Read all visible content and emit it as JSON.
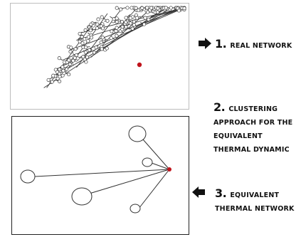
{
  "steps": [
    {
      "number": "1.",
      "text": "REAL NETWORK"
    },
    {
      "number": "2.",
      "text": "CLUSTERING APPROACH FOR THE EQUIVALENT THERMAL DYNAMIC"
    },
    {
      "number": "3.",
      "text": "EQUIVALENT THERMAL NETWORK"
    }
  ],
  "colors": {
    "line": "#333333",
    "node_fill": "#ffffff",
    "highlight": "#c0141c",
    "arrow": "#111111"
  },
  "icons": {
    "arrow_right": "arrow-right-icon",
    "arrow_left": "arrow-left-icon"
  }
}
